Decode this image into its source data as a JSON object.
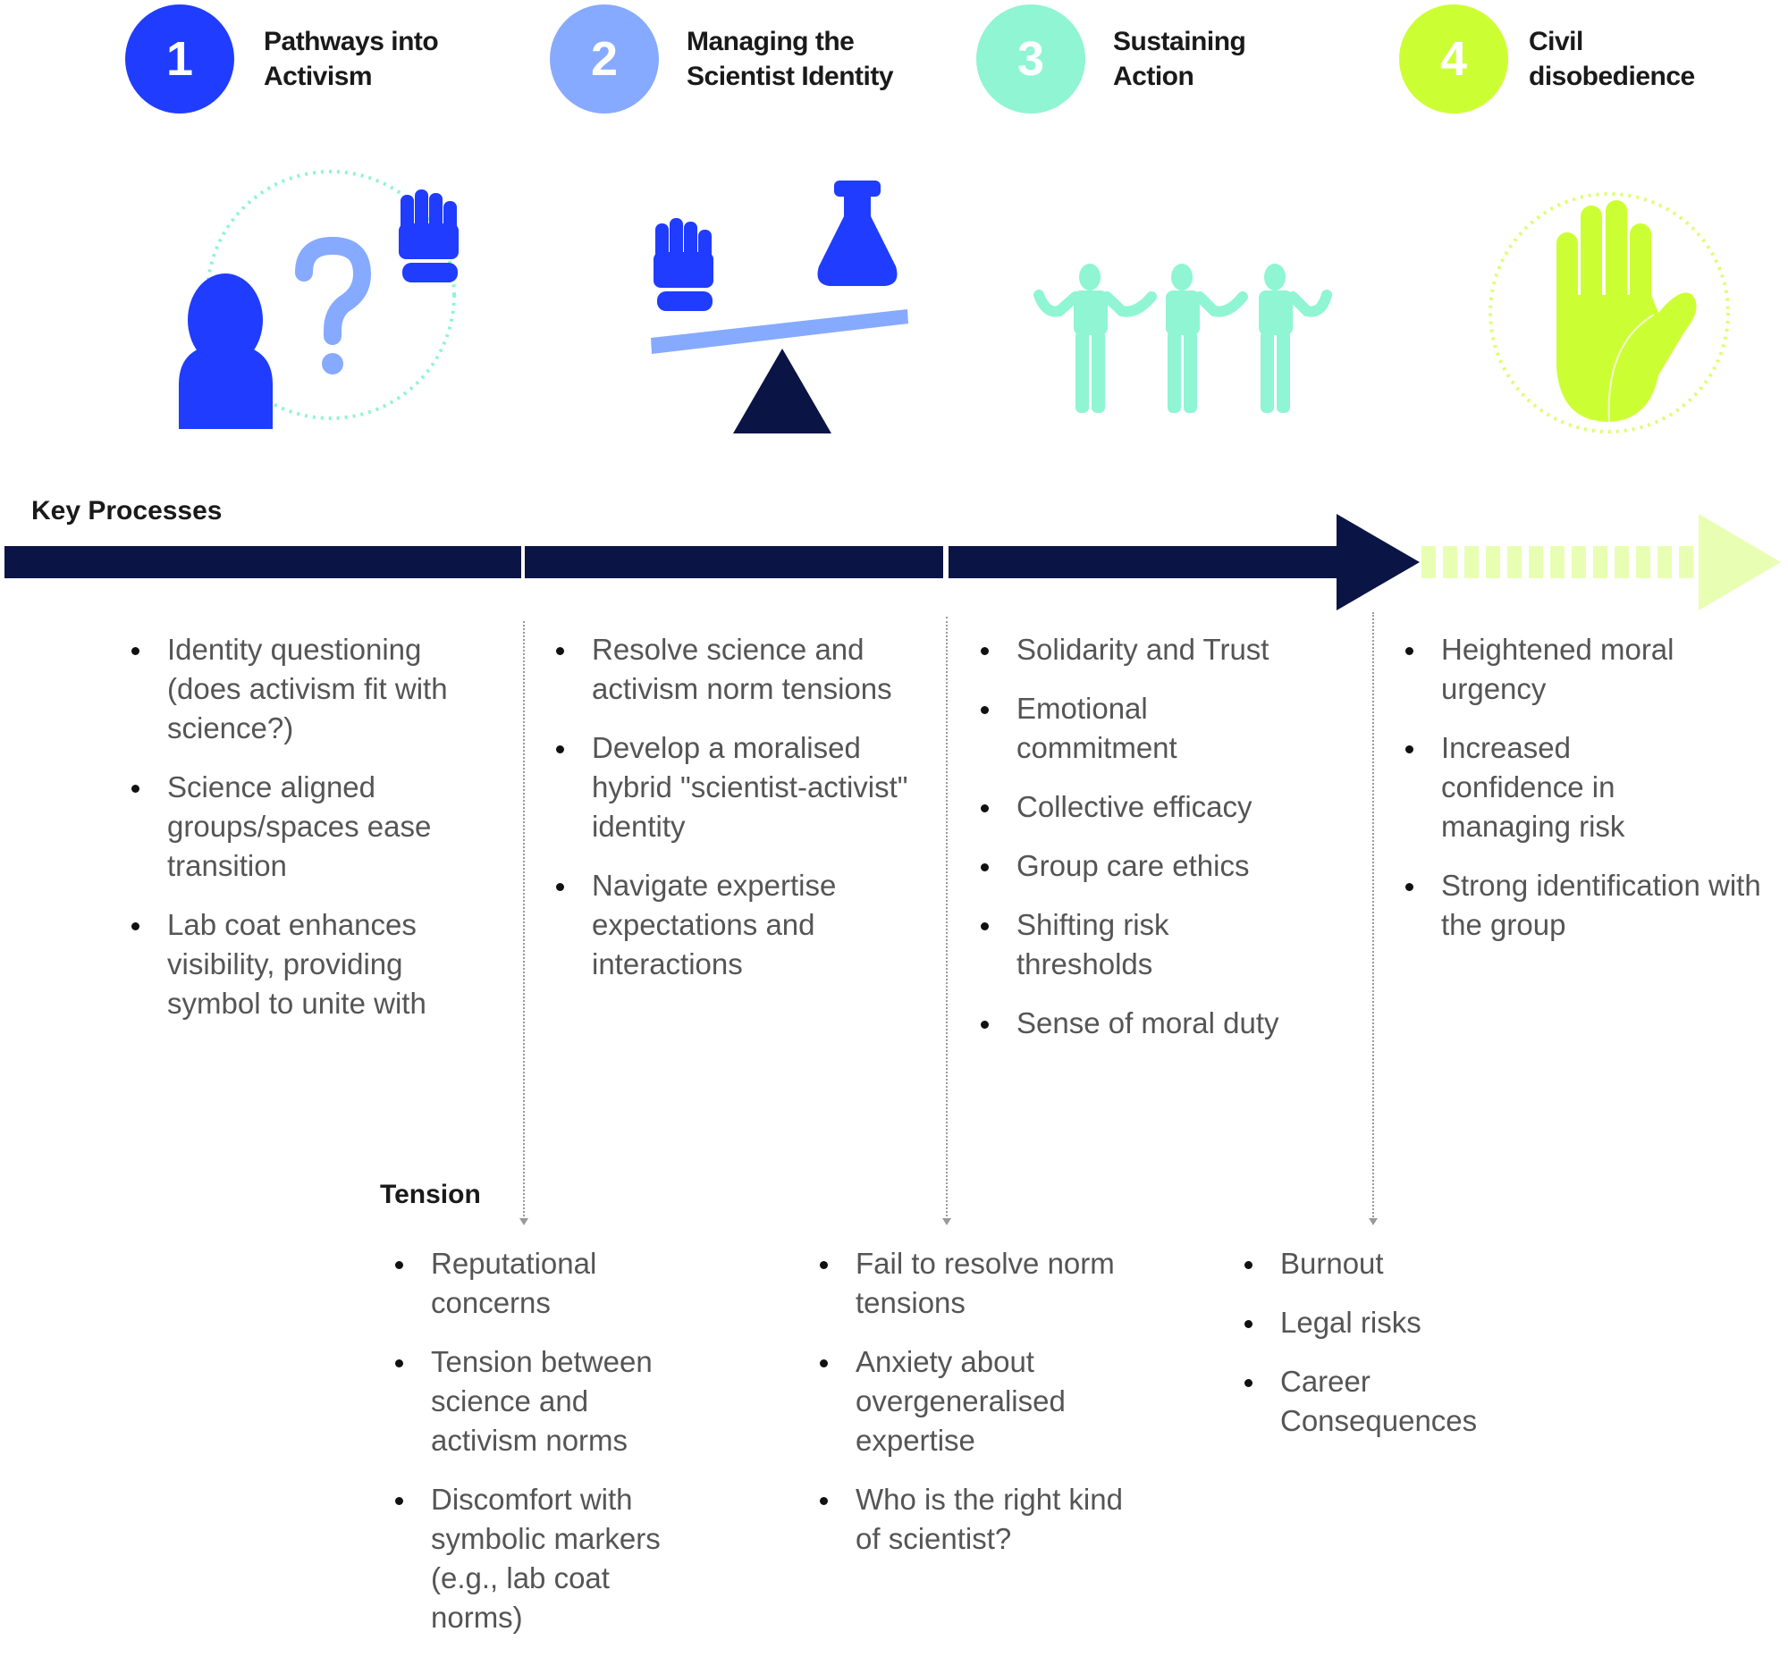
{
  "colors": {
    "stage1": "#1f3cff",
    "stage2": "#86aaff",
    "stage3": "#8ff5d2",
    "stage4": "#ccff33",
    "navy": "#0a1545",
    "future_arrow": "#e8ffb3"
  },
  "stages": [
    {
      "number": "1",
      "label_line1": "Pathways into",
      "label_line2": "Activism",
      "icon": "person-question-fist-icon"
    },
    {
      "number": "2",
      "label_line1": "Managing the",
      "label_line2": "Scientist Identity",
      "icon": "balance-fist-flask-icon"
    },
    {
      "number": "3",
      "label_line1": "Sustaining",
      "label_line2": "Action",
      "icon": "linked-people-icon"
    },
    {
      "number": "4",
      "label_line1": "Civil",
      "label_line2": "disobedience",
      "icon": "raised-hand-icon"
    }
  ],
  "key_processes": {
    "label": "Key Processes",
    "columns": [
      {
        "items": [
          "Identity questioning (does activism fit with science?)",
          "Science aligned groups/spaces ease transition",
          "Lab coat enhances visibility, providing symbol to unite with"
        ]
      },
      {
        "items": [
          "Resolve science and activism norm tensions",
          "Develop a moralised hybrid \"scientist-activist\" identity",
          "Navigate expertise expectations and interactions"
        ]
      },
      {
        "items": [
          "Solidarity and Trust",
          "Emotional commitment",
          "Collective efficacy",
          "Group care ethics",
          "Shifting risk thresholds",
          "Sense of moral duty"
        ]
      },
      {
        "items": [
          "Heightened moral urgency",
          "Increased confidence in managing risk",
          "Strong identification with the group"
        ]
      }
    ]
  },
  "tension": {
    "label": "Tension",
    "columns": [
      {
        "items": [
          "Reputational concerns",
          "Tension between science and activism norms",
          "Discomfort with symbolic markers (e.g., lab coat norms)"
        ]
      },
      {
        "items": [
          "Fail to resolve norm tensions",
          "Anxiety about overgeneralised expertise",
          "Who is the right kind of scientist?"
        ]
      },
      {
        "items": [
          "Burnout",
          "Legal risks",
          "Career Consequences"
        ]
      }
    ]
  }
}
